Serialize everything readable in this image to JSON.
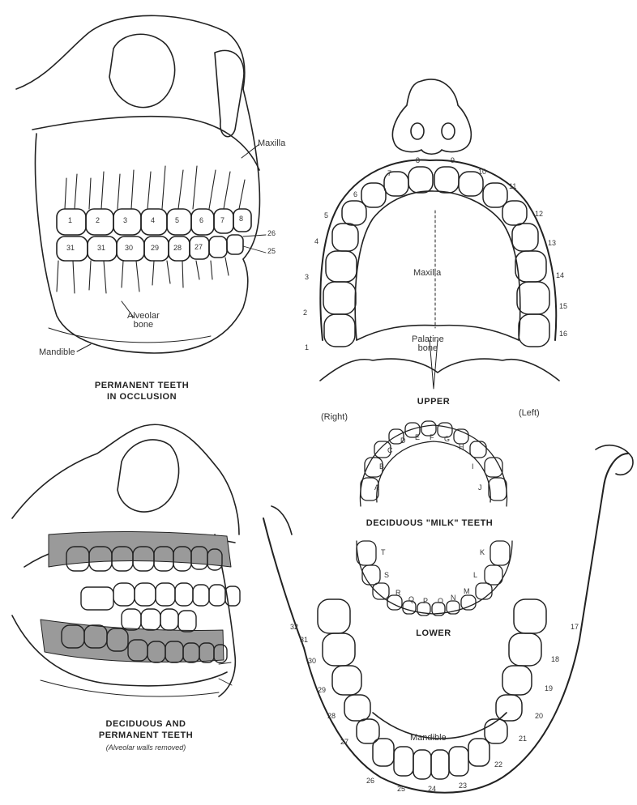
{
  "labels": {
    "maxilla_side": "Maxilla",
    "alveolar_bone": "Alveolar\nbone",
    "mandible_side": "Mandible",
    "maxilla_upper": "Maxilla",
    "palatine_bone": "Palatine\nbone",
    "mandible_lower": "Mandible",
    "right": "(Right)",
    "left": "(Left)"
  },
  "captions": {
    "permanent": "PERMANENT TEETH\nIN OCCLUSION",
    "upper": "UPPER",
    "deciduous_milk": "DECIDUOUS \"MILK\" TEETH",
    "lower": "LOWER",
    "deciduous_permanent": "DECIDUOUS AND\nPERMANENT TEETH",
    "deciduous_permanent_sub": "(Alveolar walls removed)"
  },
  "tooth_numbers": {
    "side_upper": [
      "1",
      "2",
      "3",
      "4",
      "5",
      "6",
      "7",
      "8"
    ],
    "side_lower": [
      "31",
      "31",
      "30",
      "29",
      "28",
      "27",
      "26",
      "25"
    ],
    "upper_arch_right": [
      "1",
      "2",
      "3",
      "4",
      "5",
      "6",
      "7",
      "8"
    ],
    "upper_arch_left": [
      "9",
      "10",
      "11",
      "12",
      "13",
      "14",
      "15",
      "16"
    ],
    "lower_arch_left": [
      "17",
      "18",
      "19",
      "20",
      "21",
      "22",
      "23",
      "24"
    ],
    "lower_arch_right": [
      "25",
      "26",
      "27",
      "28",
      "29",
      "30",
      "31",
      "32"
    ]
  },
  "milk_letters": {
    "upper": [
      "A",
      "B",
      "C",
      "D",
      "E",
      "F",
      "G",
      "H",
      "I",
      "J"
    ],
    "lower": [
      "K",
      "L",
      "M",
      "N",
      "O",
      "P",
      "Q",
      "R",
      "S",
      "T"
    ]
  }
}
